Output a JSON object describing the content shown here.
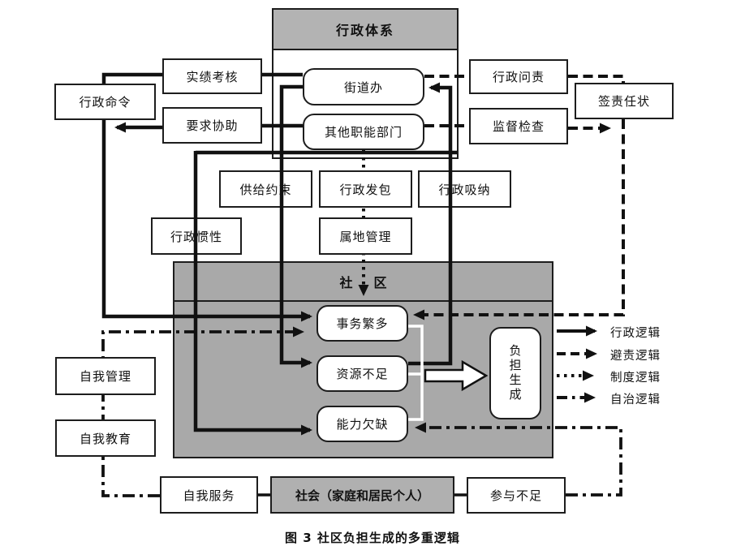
{
  "diagram": {
    "caption": "图 3  社区负担生成的多重逻辑",
    "containers": {
      "admin_system": {
        "title": "行政体系"
      },
      "community": {
        "title": "社区"
      },
      "society": {
        "title": "社会（家庭和居民个人）"
      }
    },
    "nodes": {
      "performance_review": "实绩考核",
      "admin_order": "行政命令",
      "request_assist": "要求协助",
      "street_office": "街道办",
      "other_departments": "其他职能部门",
      "admin_accountability": "行政问责",
      "responsibility_letter": "签责任状",
      "supervision": "监督检查",
      "supply_constraint": "供给约束",
      "admin_contracting": "行政发包",
      "admin_absorption": "行政吸纳",
      "admin_inertia": "行政惯性",
      "territorial_mgmt": "属地管理",
      "many_affairs": "事务繁多",
      "insufficient_resources": "资源不足",
      "lack_capacity": "能力欠缺",
      "burden_generation": "负担生成",
      "self_management": "自我管理",
      "self_education": "自我教育",
      "self_service": "自我服务",
      "insufficient_participation": "参与不足"
    },
    "legend": [
      {
        "style": "solid",
        "label": "行政逻辑"
      },
      {
        "style": "dashed",
        "label": "避责逻辑"
      },
      {
        "style": "dotted",
        "label": "制度逻辑"
      },
      {
        "style": "dashdot",
        "label": "自治逻辑"
      }
    ],
    "colors": {
      "line": "#111111",
      "container_gray": "#a9a9a9",
      "header_gray": "#b3b3b3",
      "node_bg": "#ffffff"
    }
  }
}
